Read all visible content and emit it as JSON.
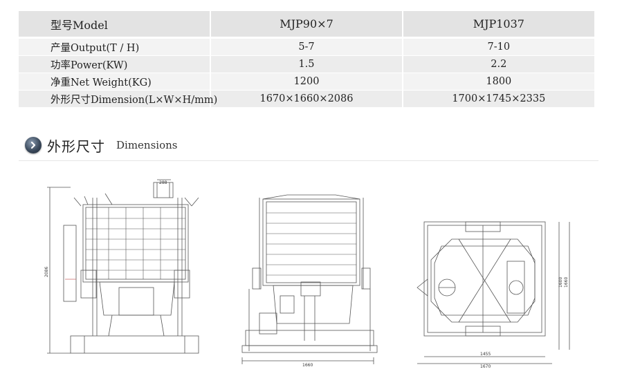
{
  "spec_table": {
    "header": [
      "型号Model",
      "MJP90×7",
      "MJP1037"
    ],
    "rows": [
      [
        "产量Output(T / H)",
        "5-7",
        "7-10"
      ],
      [
        "功率Power(KW)",
        "1.5",
        "2.2"
      ],
      [
        "净重Net Weight(KG)",
        "1200",
        "1800"
      ],
      [
        "外形尺寸Dimension(L×W×H/mm)",
        "1670×1660×2086",
        "1700×1745×2335"
      ]
    ]
  },
  "section": {
    "title_zh": "外形尺寸",
    "title_en": "Dimensions",
    "icon": "chevron-right-icon"
  },
  "drawings": {
    "front_view": {
      "top_width": "288",
      "height": "2086"
    },
    "side_view": {
      "width": "1660"
    },
    "top_view": {
      "inner_width": "1455",
      "width": "1670",
      "depth": "1660",
      "inner_depth": "1600"
    }
  }
}
